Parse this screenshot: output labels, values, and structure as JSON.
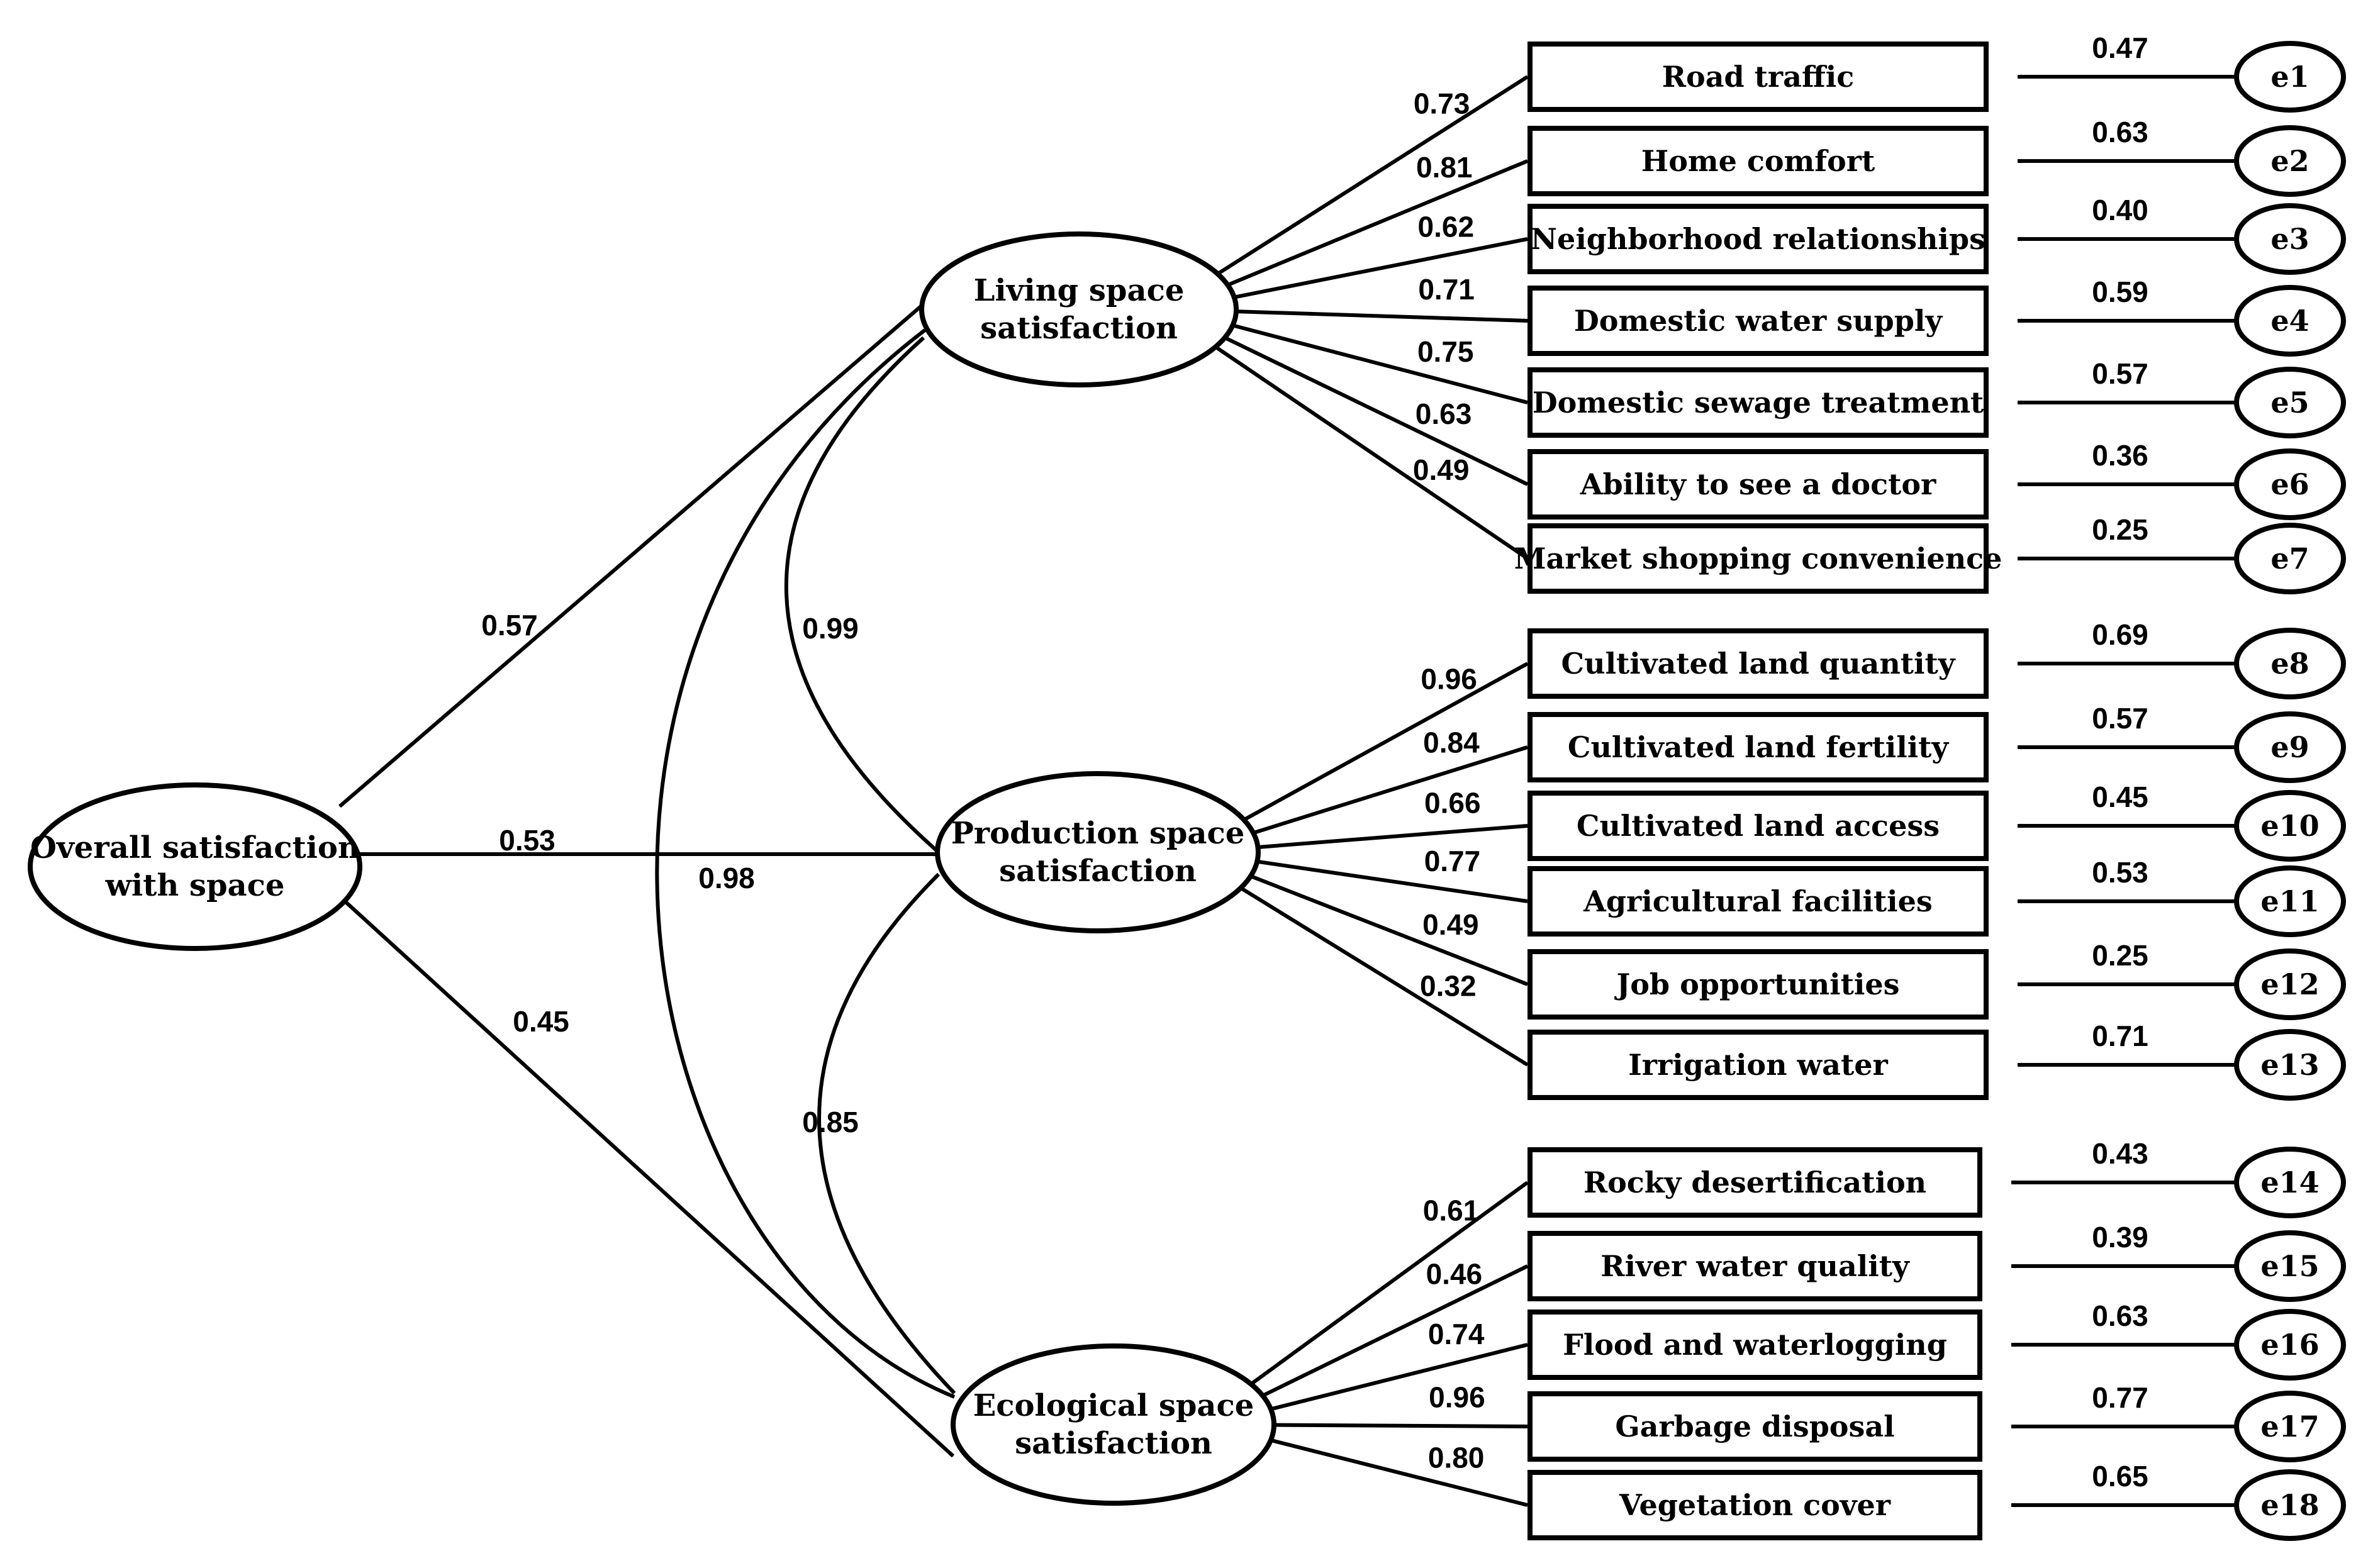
{
  "diagram": {
    "latents": [
      {
        "id": "overall",
        "lines": [
          "Overall satisfaction",
          "with space"
        ]
      },
      {
        "id": "living",
        "lines": [
          "Living space",
          "satisfaction"
        ]
      },
      {
        "id": "production",
        "lines": [
          "Production space",
          "satisfaction"
        ]
      },
      {
        "id": "ecological",
        "lines": [
          "Ecological space",
          "satisfaction"
        ]
      }
    ],
    "indicators": [
      {
        "id": "x1",
        "label": "Road traffic",
        "factor": "living",
        "loading": "0.47",
        "error": "e1",
        "error_coef": "0.73"
      },
      {
        "id": "x2",
        "label": "Home comfort",
        "factor": "living",
        "loading": "0.63",
        "error": "e2",
        "error_coef": "0.81"
      },
      {
        "id": "x3",
        "label": "Neighborhood relationships",
        "factor": "living",
        "loading": "0.40",
        "error": "e3",
        "error_coef": "0.62"
      },
      {
        "id": "x4",
        "label": "Domestic water supply",
        "factor": "living",
        "loading": "0.59",
        "error": "e4",
        "error_coef": "0.71"
      },
      {
        "id": "x5",
        "label": "Domestic sewage treatment",
        "factor": "living",
        "loading": "0.57",
        "error": "e5",
        "error_coef": "0.75"
      },
      {
        "id": "x6",
        "label": "Ability to see a doctor",
        "factor": "living",
        "loading": "0.36",
        "error": "e6",
        "error_coef": "0.63"
      },
      {
        "id": "x7",
        "label": "Market shopping convenience",
        "factor": "living",
        "loading": "0.25",
        "error": "e7",
        "error_coef": "0.49"
      },
      {
        "id": "x8",
        "label": "Cultivated land quantity",
        "factor": "production",
        "loading": "0.69",
        "error": "e8",
        "error_coef": "0.96"
      },
      {
        "id": "x9",
        "label": "Cultivated land fertility",
        "factor": "production",
        "loading": "0.57",
        "error": "e9",
        "error_coef": "0.84"
      },
      {
        "id": "x10",
        "label": "Cultivated land access",
        "factor": "production",
        "loading": "0.45",
        "error": "e10",
        "error_coef": "0.66"
      },
      {
        "id": "x11",
        "label": "Agricultural facilities",
        "factor": "production",
        "loading": "0.53",
        "error": "e11",
        "error_coef": "0.77"
      },
      {
        "id": "x12",
        "label": "Job opportunities",
        "factor": "production",
        "loading": "0.25",
        "error": "e12",
        "error_coef": "0.49"
      },
      {
        "id": "x13",
        "label": "Irrigation water",
        "factor": "production",
        "loading": "0.71",
        "error": "e13",
        "error_coef": "0.32"
      },
      {
        "id": "x14",
        "label": "Rocky desertification",
        "factor": "ecological",
        "loading": "0.43",
        "error": "e14",
        "error_coef": "0.61"
      },
      {
        "id": "x15",
        "label": "River water quality",
        "factor": "ecological",
        "loading": "0.39",
        "error": "e15",
        "error_coef": "0.46"
      },
      {
        "id": "x16",
        "label": "Flood and waterlogging",
        "factor": "ecological",
        "loading": "0.63",
        "error": "e16",
        "error_coef": "0.74"
      },
      {
        "id": "x17",
        "label": "Garbage disposal",
        "factor": "ecological",
        "loading": "0.77",
        "error": "e17",
        "error_coef": "0.96"
      },
      {
        "id": "x18",
        "label": "Vegetation cover",
        "factor": "ecological",
        "loading": "0.65",
        "error": "e18",
        "error_coef": "0.80"
      }
    ],
    "correlations": [
      {
        "from": "overall",
        "to": "living",
        "value": "0.57"
      },
      {
        "from": "overall",
        "to": "production",
        "value": "0.53"
      },
      {
        "from": "overall",
        "to": "ecological",
        "value": "0.45"
      },
      {
        "from": "living",
        "to": "production",
        "value": "0.99"
      },
      {
        "from": "living",
        "to": "ecological",
        "value": "0.98"
      },
      {
        "from": "production",
        "to": "ecological",
        "value": "0.85"
      }
    ]
  }
}
